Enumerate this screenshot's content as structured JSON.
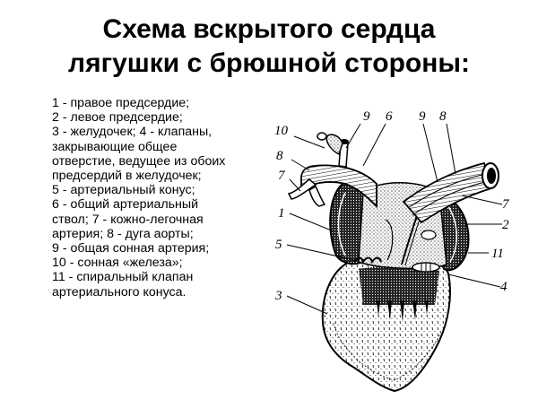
{
  "title": {
    "line1": "Схема вскрытого сердца",
    "line2": "лягушки с брюшной стороны:"
  },
  "legend": {
    "lines": [
      "1 - правое предсердие;",
      "2 - левое предсердие;",
      "3 - желудочек; 4 - клапаны,",
      "закрывающие общее",
      "отверстие, ведущее из обоих",
      "предсердий в желудочек;",
      "5 - артериальный конус;",
      "6 - общий артериальный",
      "ствол; 7 - кожно-легочная",
      "артерия; 8 - дуга аорты;",
      "9 - общая сонная артерия;",
      "10 - сонная «железа»;",
      "11 - спиральный клапан",
      "артериального конуса."
    ],
    "items": [
      {
        "number": "1",
        "name": "правое предсердие"
      },
      {
        "number": "2",
        "name": "левое предсердие"
      },
      {
        "number": "3",
        "name": "желудочек"
      },
      {
        "number": "4",
        "name": "клапаны, закрывающие общее отверстие, ведущее из обоих предсердий в желудочек"
      },
      {
        "number": "5",
        "name": "артериальный конус"
      },
      {
        "number": "6",
        "name": "общий артериальный ствол"
      },
      {
        "number": "7",
        "name": "кожно-легочная артерия"
      },
      {
        "number": "8",
        "name": "дуга аорты"
      },
      {
        "number": "9",
        "name": "общая сонная артерия"
      },
      {
        "number": "10",
        "name": "сонная «железа»"
      },
      {
        "number": "11",
        "name": "спиральный клапан артериального конуса"
      }
    ]
  },
  "diagram": {
    "labels": {
      "l10": "10",
      "l8_left": "8",
      "l7_left": "7",
      "l9_top_left": "9",
      "l6": "6",
      "l9_top_right": "9",
      "l8_top_right": "8",
      "l7_right": "7",
      "l2": "2",
      "l11": "11",
      "l4": "4",
      "l1": "1",
      "l5": "5",
      "l3": "3"
    }
  }
}
